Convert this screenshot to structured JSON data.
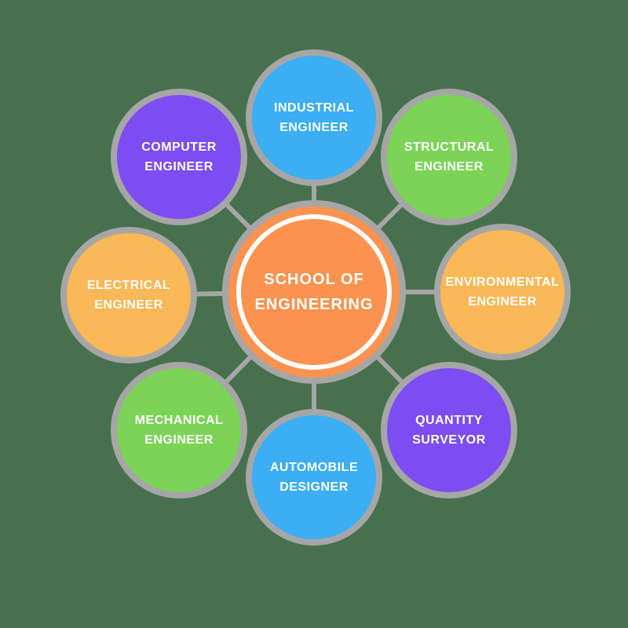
{
  "diagram": {
    "center": {
      "line1": "SCHOOL OF",
      "line2": "ENGINEERING",
      "color": "#FB9350"
    },
    "nodes": [
      {
        "id": "industrial-engineer",
        "line1": "INDUSTRIAL",
        "line2": "ENGINEER",
        "color": "#3BAEF5"
      },
      {
        "id": "structural-engineer",
        "line1": "STRUCTURAL",
        "line2": "ENGINEER",
        "color": "#7BD456"
      },
      {
        "id": "environmental-engineer",
        "line1": "ENVIRONMENTAL",
        "line2": "ENGINEER",
        "color": "#FBB857"
      },
      {
        "id": "quantity-surveyor",
        "line1": "QUANTITY",
        "line2": "SURVEYOR",
        "color": "#7C4DF2"
      },
      {
        "id": "automobile-designer",
        "line1": "AUTOMOBILE",
        "line2": "DESIGNER",
        "color": "#3BAEF5"
      },
      {
        "id": "mechanical-engineer",
        "line1": "MECHANICAL",
        "line2": "ENGINEER",
        "color": "#7BD456"
      },
      {
        "id": "electrical-engineer",
        "line1": "ELECTRICAL",
        "line2": "ENGINEER",
        "color": "#FBB857"
      },
      {
        "id": "computer-engineer",
        "line1": "COMPUTER",
        "line2": "ENGINEER",
        "color": "#7C4DF2"
      }
    ],
    "colors": {
      "background": "#47714E",
      "ring": "#A6A6A6",
      "text": "#FFFFFF",
      "inner_ring": "#FFFFFF"
    }
  }
}
